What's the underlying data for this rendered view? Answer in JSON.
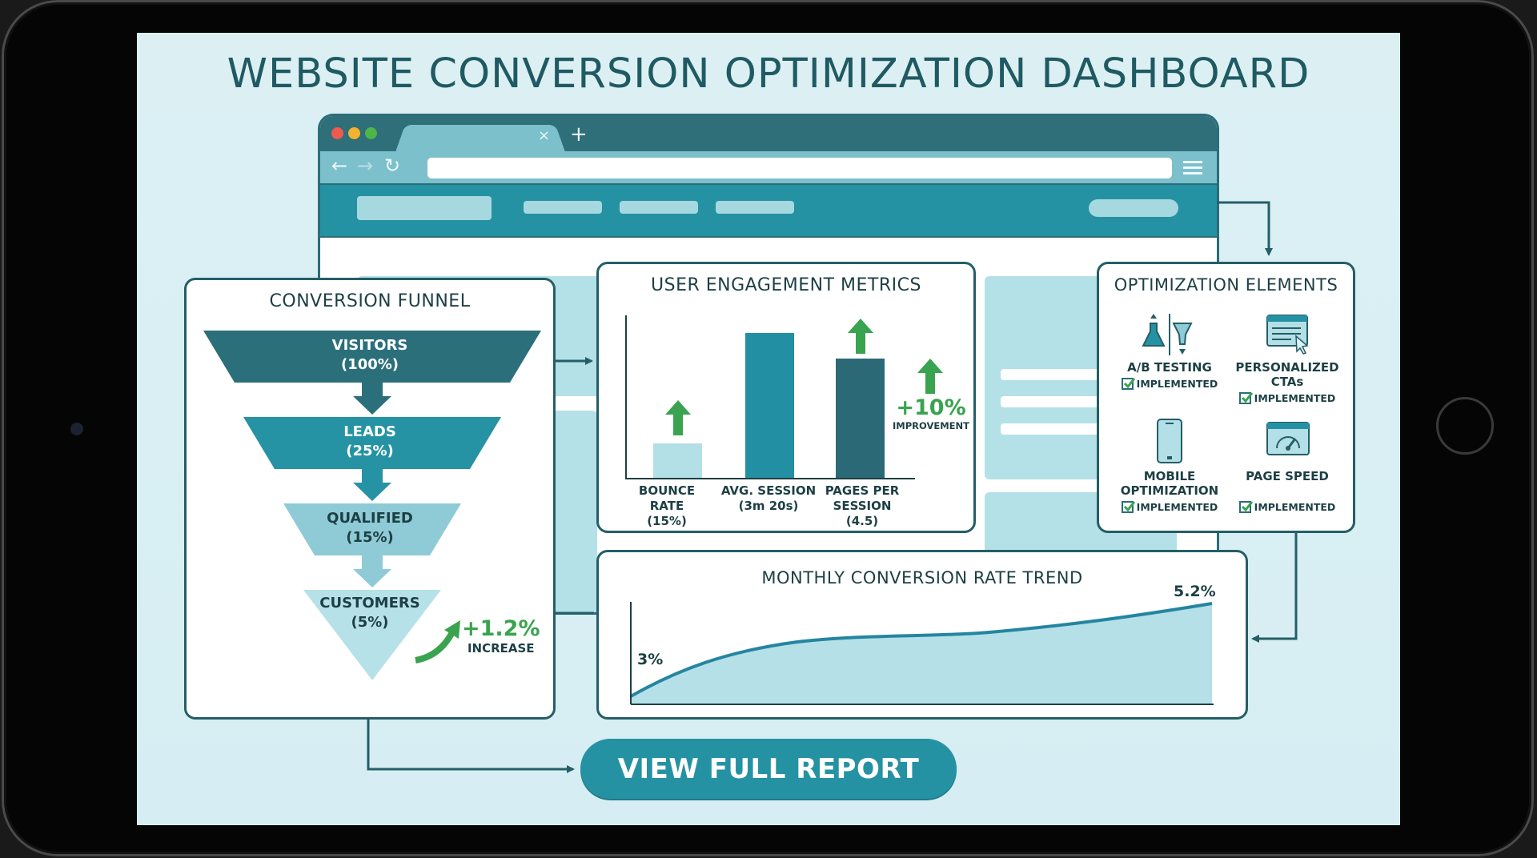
{
  "title": "WEBSITE CONVERSION OPTIMIZATION DASHBOARD",
  "browser": {
    "tab_close": "×",
    "new_tab": "+",
    "back_icon": "←",
    "forward_icon": "→",
    "reload_icon": "↻",
    "window_dots": {
      "red": "#ef5a4f",
      "yellow": "#f4b32e",
      "green": "#4fb548"
    }
  },
  "funnel": {
    "title": "CONVERSION FUNNEL",
    "stages": [
      {
        "label": "VISITORS",
        "value": "(100%)",
        "color": "#2b6f7b"
      },
      {
        "label": "LEADS",
        "value": "(25%)",
        "color": "#2593a3"
      },
      {
        "label": "QUALIFIED",
        "value": "(15%)",
        "color": "#8fcbd6"
      },
      {
        "label": "CUSTOMERS",
        "value": "(5%)",
        "color": "#b7e1e8"
      }
    ],
    "increase_value": "+1.2%",
    "increase_label": "INCREASE"
  },
  "engagement": {
    "title": "USER ENGAGEMENT METRICS",
    "bars": [
      {
        "label": "BOUNCE RATE",
        "value": "(15%)",
        "color": "#b3dfe6"
      },
      {
        "label": "AVG. SESSION",
        "value": "(3m 20s)",
        "color": "#2290a2"
      },
      {
        "label": "PAGES PER SESSION",
        "label_line1": "PAGES PER",
        "label_line2": "SESSION",
        "value": "(4.5)",
        "color": "#2b6977"
      }
    ],
    "improvement_value": "+10%",
    "improvement_label": "IMPROVEMENT"
  },
  "optimization": {
    "title": "OPTIMIZATION ELEMENTS",
    "items": [
      {
        "label": "A/B TESTING",
        "status": "IMPLEMENTED",
        "icon": "ab-testing-icon"
      },
      {
        "label": "PERSONALIZED",
        "label2": "CTAs",
        "status": "IMPLEMENTED",
        "icon": "personalized-cta-icon"
      },
      {
        "label": "MOBILE",
        "label2": "OPTIMIZATION",
        "status": "IMPLEMENTED",
        "icon": "mobile-icon"
      },
      {
        "label": "PAGE SPEED",
        "status": "IMPLEMENTED",
        "icon": "speedometer-icon"
      }
    ]
  },
  "trend": {
    "title": "MONTHLY CONVERSION RATE TREND",
    "start_label": "3%",
    "end_label": "5.2%"
  },
  "cta": {
    "label": "VIEW FULL REPORT"
  },
  "colors": {
    "accent": "#2592a3",
    "dark": "#245e67",
    "green": "#3aa34f",
    "background": "#d9eff4"
  },
  "chart_data": [
    {
      "type": "bar",
      "title": "USER ENGAGEMENT METRICS",
      "categories": [
        "BOUNCE RATE (15%)",
        "AVG. SESSION (3m 20s)",
        "PAGES PER SESSION (4.5)"
      ],
      "values": [
        15,
        100,
        82
      ],
      "annotations": [
        "+10% IMPROVEMENT"
      ],
      "xlabel": "",
      "ylabel": ""
    },
    {
      "type": "area",
      "title": "MONTHLY CONVERSION RATE TREND",
      "x": [
        1,
        2,
        3,
        4,
        5,
        6,
        7,
        8
      ],
      "values": [
        3.0,
        3.6,
        4.0,
        4.1,
        4.15,
        4.3,
        4.6,
        5.2
      ],
      "annotations": [
        "3%",
        "5.2%"
      ],
      "xlabel": "",
      "ylabel": ""
    }
  ]
}
